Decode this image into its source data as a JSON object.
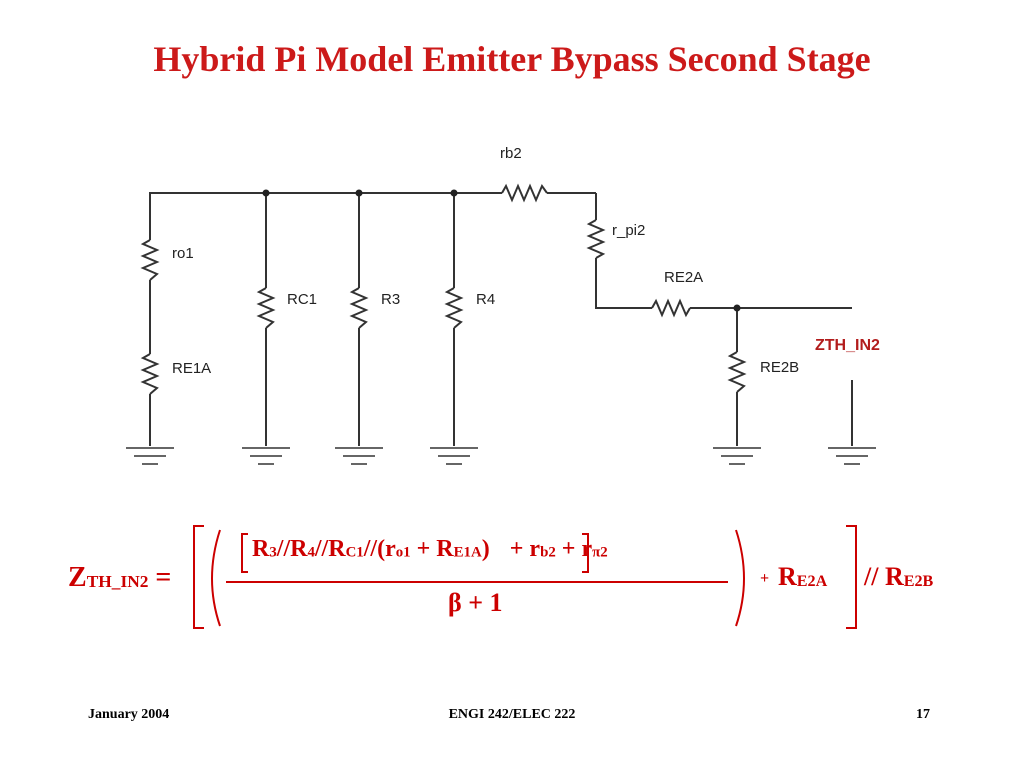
{
  "slide": {
    "title": "Hybrid Pi Model Emitter Bypass Second Stage"
  },
  "circuit": {
    "labels": {
      "ro1": "ro1",
      "re1a": "RE1A",
      "rc1": "RC1",
      "r3": "R3",
      "r4": "R4",
      "rb2": "rb2",
      "r_pi2": "r_pi2",
      "re2a": "RE2A",
      "re2b": "RE2B",
      "zth": "ZTH_IN2"
    }
  },
  "equation": {
    "lhs_main": "Z",
    "lhs_sub": "TH_IN2",
    "equals": "=",
    "num_r3": "R",
    "num_r3_sub": "3",
    "num_par1": "//R",
    "num_r4_sub": "4",
    "num_par2": "//R",
    "num_rc1_sub": "C1",
    "num_par3": "//(r",
    "num_ro1_sub": "o1",
    "num_plus1": " + R",
    "num_re1a_sub": "E1A",
    "num_close": ")",
    "num_plus2": "+ r",
    "num_rb2_sub": "b2",
    "num_plus3": "+ r",
    "num_rpi2_sub": "π2",
    "denominator": "β + 1",
    "plus_small": "+",
    "re2a_main": "R",
    "re2a_sub": "E2A",
    "par_re2b": "// R",
    "re2b_sub": "E2B"
  },
  "footer": {
    "date": "January 2004",
    "course": "ENGI 242/ELEC 222",
    "page": "17"
  }
}
